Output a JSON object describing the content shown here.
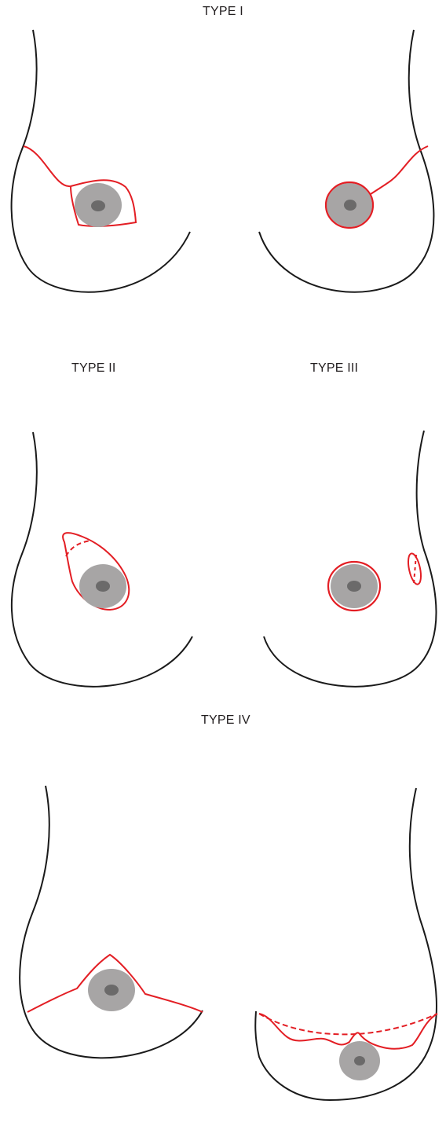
{
  "labels": {
    "type_1": "TYPE I",
    "type_2": "TYPE II",
    "type_3": "TYPE III",
    "type_4": "TYPE IV"
  },
  "colors": {
    "outline": "#1a1a1a",
    "incision": "#e31e24",
    "areola": "#a7a5a5",
    "nipple": "#6b6a6a",
    "background": "#ffffff"
  }
}
